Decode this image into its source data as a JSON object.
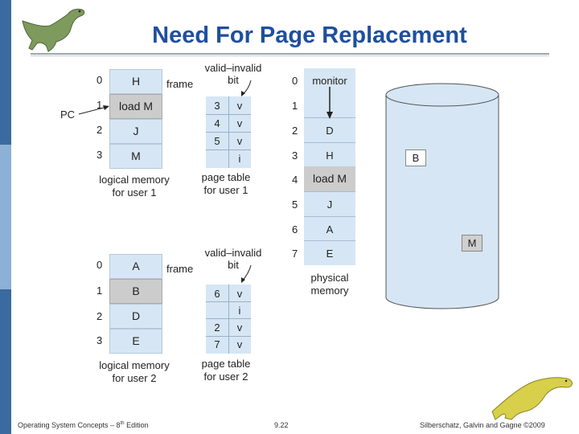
{
  "title": "Need For Page Replacement",
  "colors": {
    "accent": "#1f4f9e",
    "cell_fill": "#d6e6f4",
    "highlight_fill": "#cccccc",
    "sidebar": "#3a6aa0"
  },
  "icons": {
    "top_left": "dinosaur-icon",
    "bottom_right": "dinosaur-icon"
  },
  "user1": {
    "logical_memory": {
      "indices": [
        "0",
        "1",
        "2",
        "3"
      ],
      "pages": [
        "H",
        "load M",
        "J",
        "M"
      ],
      "label_line1": "logical memory",
      "label_line2": "for user 1"
    },
    "pc_label": "PC",
    "frame_label": "frame",
    "vi_label_line1": "valid–invalid",
    "vi_label_line2": "bit",
    "page_table": {
      "frames": [
        "3",
        "4",
        "5",
        ""
      ],
      "bits": [
        "v",
        "v",
        "v",
        "i"
      ],
      "label_line1": "page table",
      "label_line2": "for user 1"
    }
  },
  "user2": {
    "logical_memory": {
      "indices": [
        "0",
        "1",
        "2",
        "3"
      ],
      "pages": [
        "A",
        "B",
        "D",
        "E"
      ],
      "label_line1": "logical memory",
      "label_line2": "for user 2"
    },
    "frame_label": "frame",
    "vi_label_line1": "valid–invalid",
    "vi_label_line2": "bit",
    "page_table": {
      "frames": [
        "6",
        "",
        "2",
        "7"
      ],
      "bits": [
        "v",
        "i",
        "v",
        "v"
      ],
      "label_line1": "page table",
      "label_line2": "for user 2"
    }
  },
  "physical_memory": {
    "indices": [
      "0",
      "1",
      "2",
      "3",
      "4",
      "5",
      "6",
      "7"
    ],
    "contents": [
      "monitor",
      "",
      "D",
      "H",
      "load M",
      "J",
      "A",
      "E"
    ],
    "label_line1": "physical",
    "label_line2": "memory"
  },
  "backing_store": {
    "items": [
      "B",
      "M"
    ]
  },
  "footer": {
    "left_prefix": "Operating System Concepts – 8",
    "left_sup": "th",
    "left_suffix": " Edition",
    "center": "9.22",
    "right": "Silberschatz, Galvin and Gagne ©2009"
  }
}
